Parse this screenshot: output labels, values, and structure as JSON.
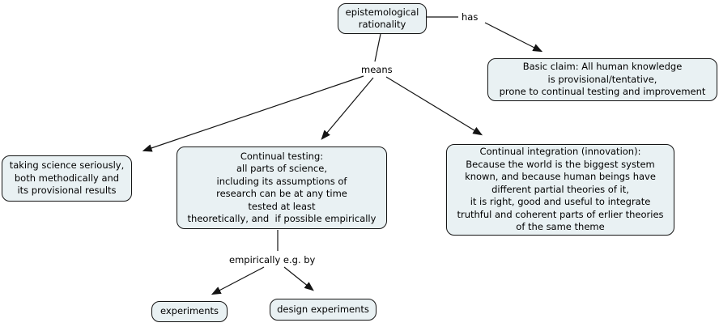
{
  "colors": {
    "node_fill": "#e9f1f3",
    "node_border": "#141414",
    "connector": "#141414",
    "text": "#000000",
    "background": "#ffffff"
  },
  "nodes": {
    "epistemological_rationality": "epistemological\nrationality",
    "basic_claim": "Basic claim: All human knowledge\nis provisional/tentative,\nprone to continual testing and improvement",
    "taking_science": "taking science seriously,\nboth methodically and\nits provisional results",
    "continual_testing": "Continual testing:\nall parts of science,\nincluding its assumptions of\nresearch can be at any time\ntested at least\ntheoretically, and  if possible empirically",
    "continual_integration": "Continual integration (innovation):\nBecause the world is the biggest system\nknown, and because human beings have\ndifferent partial theories of it,\nit is right, good and useful to integrate\ntruthful and coherent parts of erlier theories\nof the same theme",
    "experiments": "experiments",
    "design_experiments": "design experiments"
  },
  "link_labels": {
    "has": "has",
    "means": "means",
    "empirically": "empirically e.g. by"
  }
}
